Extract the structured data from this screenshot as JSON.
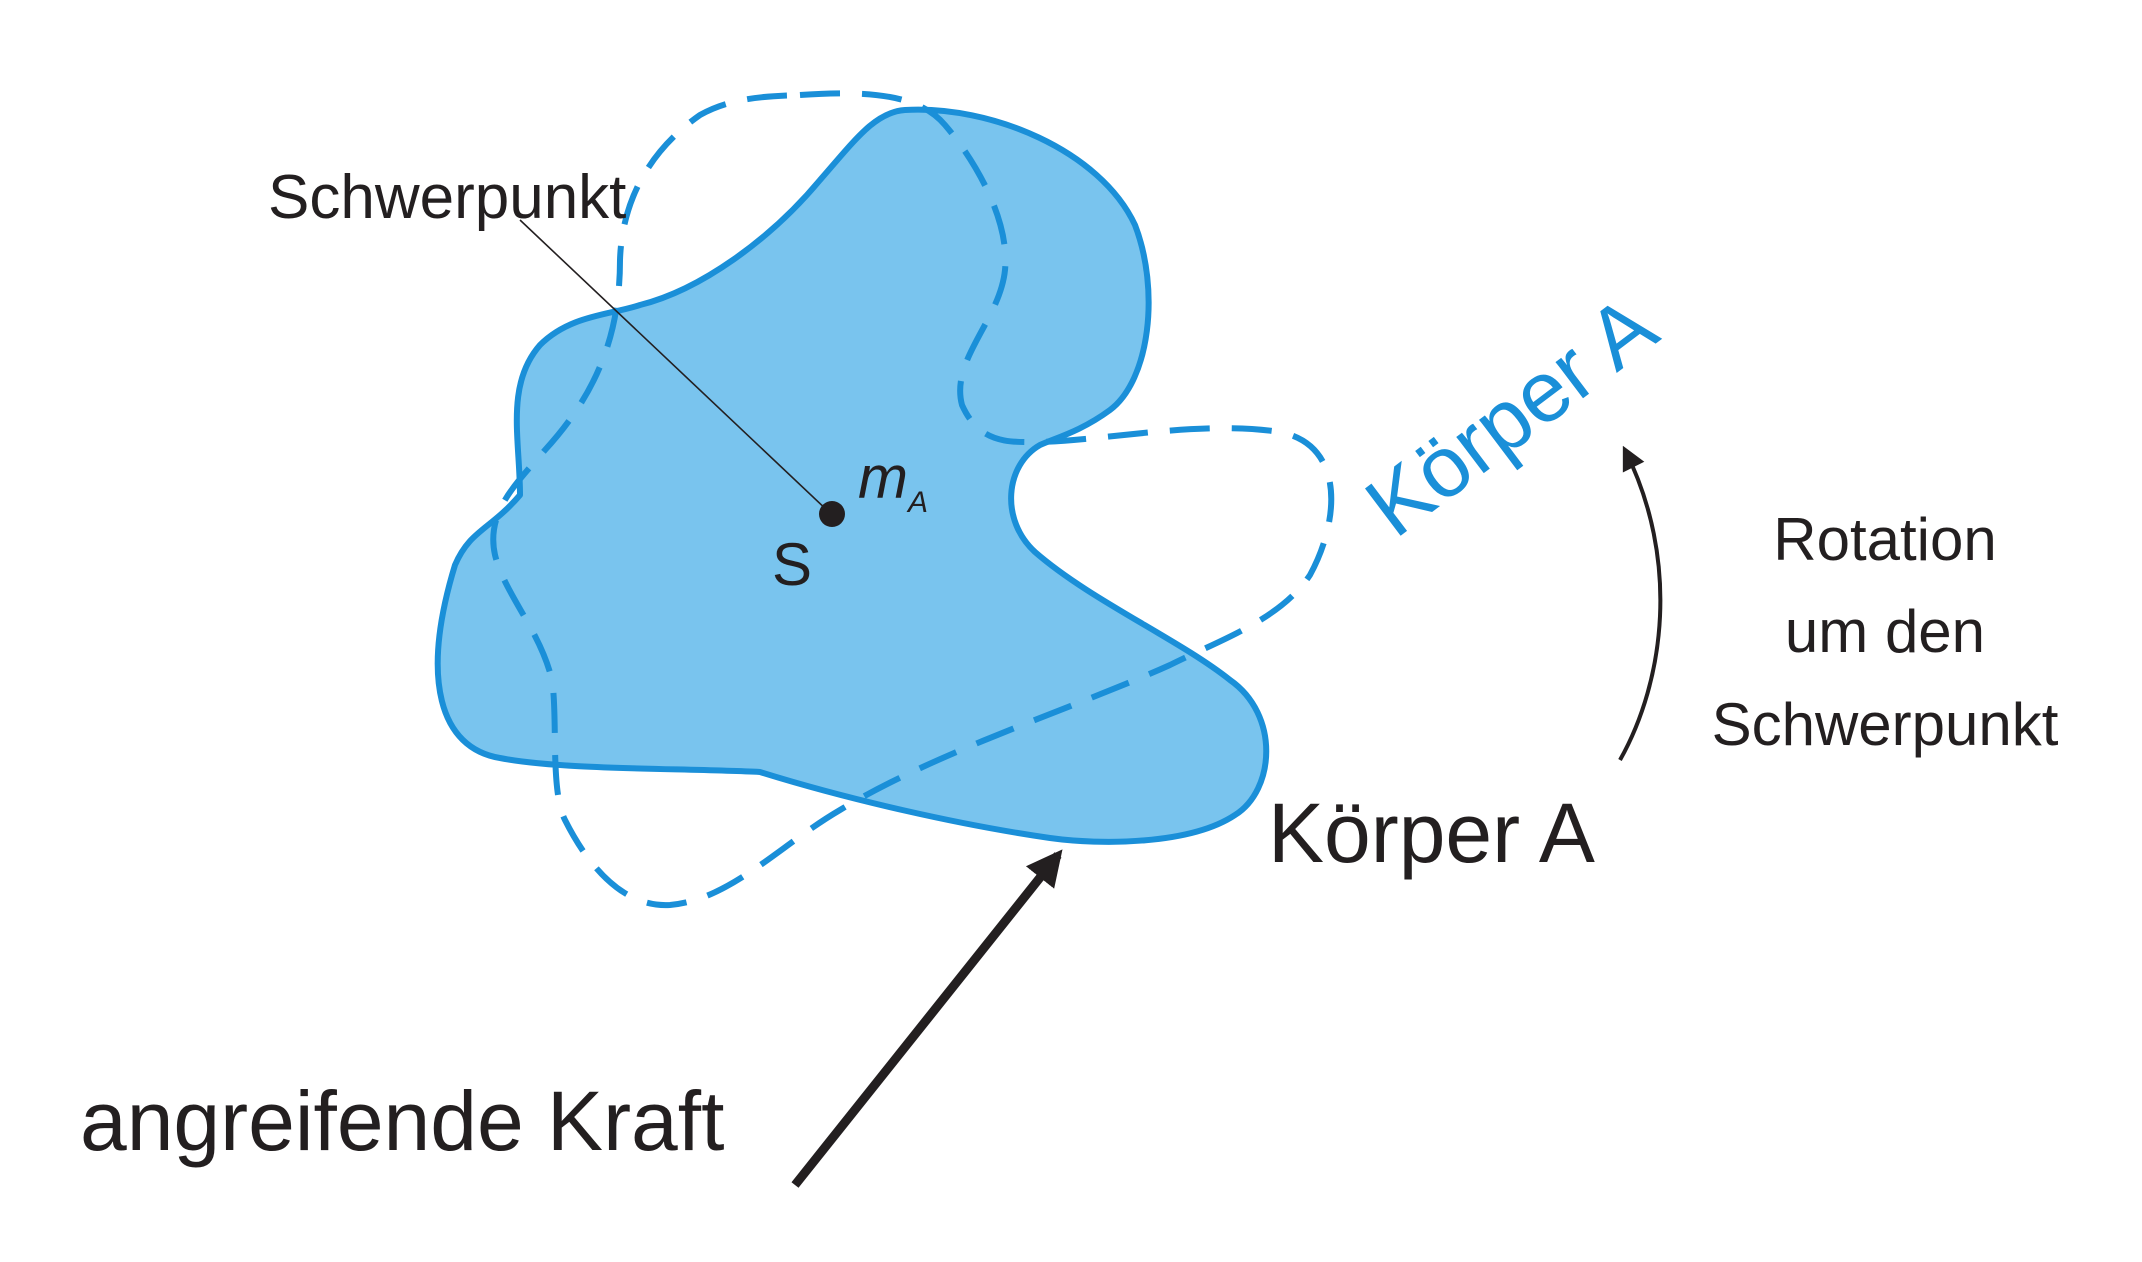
{
  "labels": {
    "schwerpunkt": "Schwerpunkt",
    "mass_symbol": "m",
    "mass_subscript": "A",
    "s_point": "S",
    "body_label": "Körper A",
    "body_label_rotated": "Körper A",
    "rotation_line1": "Rotation",
    "rotation_line2": "um den",
    "rotation_line3": "Schwerpunkt",
    "force_label": "angreifende Kraft"
  },
  "colors": {
    "body_fill": "#79c4ee",
    "body_outline": "#1a8fd8",
    "text": "#231f20",
    "arrow": "#231f20"
  }
}
